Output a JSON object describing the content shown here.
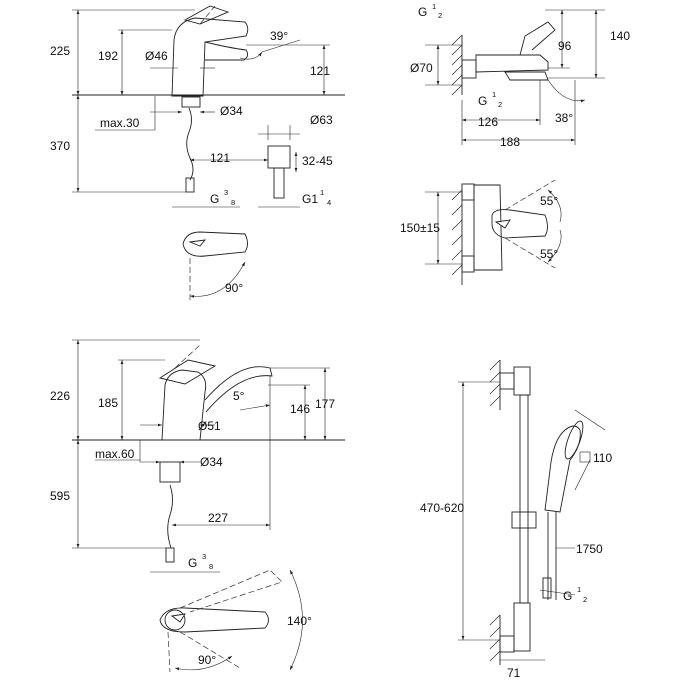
{
  "basin_mixer": {
    "d225": "225",
    "d192": "192",
    "d39": "39°",
    "d46": "Ø46",
    "d121v": "121",
    "d34": "Ø34",
    "dmax30": "max.30",
    "d370": "370",
    "d121h": "121",
    "d63": "Ø63",
    "d3245": "32-45",
    "g38_base": "G",
    "g38_num": "3",
    "g38_den": "8",
    "g114_base": "G1",
    "g114_num": "1",
    "g114_den": "4",
    "d90": "90°"
  },
  "bath_mixer": {
    "g12_base": "G",
    "g12_num": "1",
    "g12_den": "2",
    "d96": "96",
    "d140": "140",
    "d70": "Ø70",
    "g12b_base": "G",
    "g12b_num": "1",
    "g12b_den": "2",
    "d126": "126",
    "d38": "38°",
    "d188": "188",
    "d55a": "55°",
    "d150": "150±15",
    "d55b": "55°"
  },
  "sink_mixer": {
    "d226": "226",
    "d185": "185",
    "d5": "5°",
    "d146": "146",
    "d177": "177",
    "d51": "Ø51",
    "dmax60": "max.60",
    "d34": "Ø34",
    "d595": "595",
    "d227": "227",
    "g38_base": "G",
    "g38_num": "3",
    "g38_den": "8",
    "d140": "140°",
    "d90": "90°"
  },
  "shower_set": {
    "d470": "470-620",
    "d110": "110",
    "d1750": "1750",
    "g12_base": "G",
    "g12_num": "1",
    "g12_den": "2",
    "d71": "71"
  }
}
